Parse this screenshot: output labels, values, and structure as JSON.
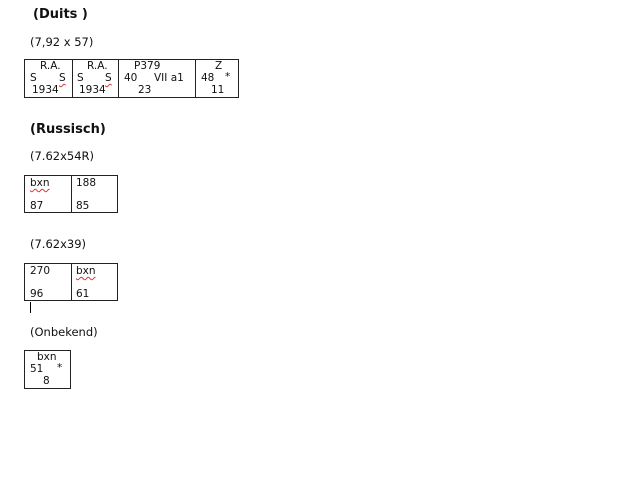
{
  "sections": {
    "duits": {
      "heading": "(Duits )",
      "caliber": "(7,92 x 57)",
      "table": [
        {
          "top": "R.A.",
          "left": "S",
          "right": "S",
          "bottom": "1934"
        },
        {
          "top": "R.A.",
          "left": "S",
          "right": "S",
          "bottom": "1934"
        },
        {
          "top": "P379",
          "left": "40",
          "right": "VII a1",
          "bottom": "23"
        },
        {
          "top": "Z",
          "left": "48",
          "right": "*",
          "bottom": "11"
        }
      ]
    },
    "russisch": {
      "heading": "(Russisch)",
      "caliber1": "(7.62x54R)",
      "table1": {
        "tl": "bxn",
        "tr": "188",
        "bl": "87",
        "br": "85"
      },
      "caliber2": "(7.62x39)",
      "table2": {
        "tl": "270",
        "tr": "bxn",
        "bl": "96",
        "br": "61"
      }
    },
    "onbekend": {
      "heading": "(Onbekend)",
      "table": {
        "top": "bxn",
        "left": "51",
        "right": "*",
        "bottom": "8"
      }
    }
  }
}
